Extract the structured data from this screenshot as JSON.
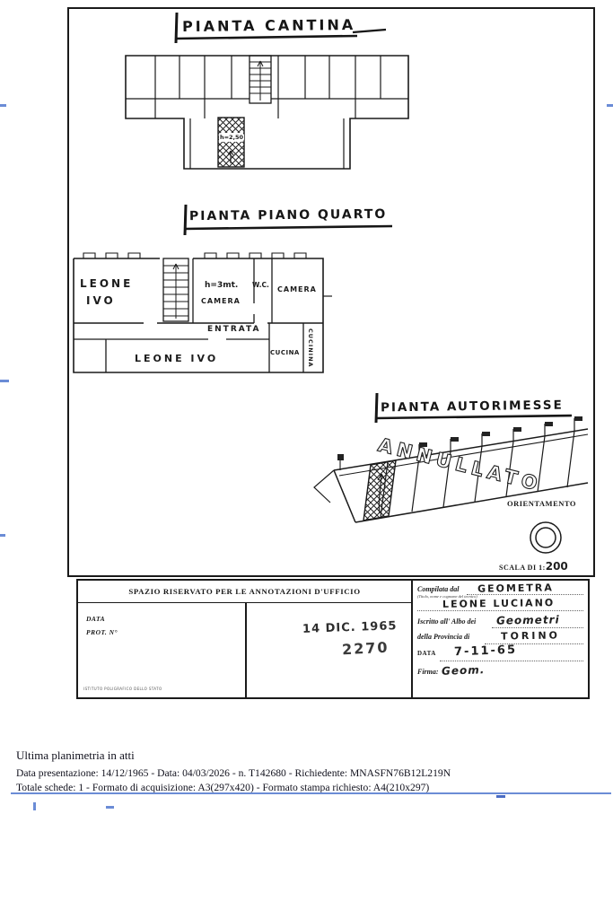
{
  "colors": {
    "ink": "#1a1a1a",
    "scan_mark": "#6b8cd6"
  },
  "sheet": {
    "titles": {
      "cantina": "PIANTA CANTINA",
      "piano_quarto": "PIANTA PIANO QUARTO",
      "autorimesse": "PIANTA AUTORIMESSE"
    },
    "labels": {
      "cantina_height": "h=2,50",
      "leone_line1": "LEONE",
      "leone_line2": "IVO",
      "camera_height": "h=3mt.",
      "camera_left": "CAMERA",
      "wc": "W.C.",
      "camera_right": "CAMERA",
      "entrata": "ENTRATA",
      "cucina": "CUCINA",
      "cucinina": "CUCININA",
      "leone_ivo_lower": "LEONE IVO",
      "annullato": "ANNULLATO",
      "orientamento": "ORIENTAMENTO",
      "scala_prefix": "SCALA DI 1:",
      "scala_value": "200"
    },
    "office_box": {
      "header": "SPAZIO RISERVATO PER LE ANNOTAZIONI D'UFFICIO",
      "data_label": "DATA",
      "prot_label": "PROT. N°",
      "stamp_date": "14 DIC. 1965",
      "stamp_number": "2270",
      "printer_mark": "ISTITUTO POLIGRAFICO DELLO STATO"
    },
    "compiler_box": {
      "compilata_label": "Compilata dal",
      "compilata_value": "GEOMETRA",
      "tecnico_note": "(Titolo, nome e cognome del tecnico)",
      "name_value": "LEONE LUCIANO",
      "albo_label": "Iscritto all' Albo dei",
      "albo_value": "Geometri",
      "provincia_label": "della Provincia di",
      "provincia_value": "TORINO",
      "data_label": "DATA",
      "data_value": "7-11-65",
      "firma_label": "Firma:",
      "firma_value": "Geom."
    }
  },
  "footer": {
    "line1": "Ultima planimetria in atti",
    "line2": "Data presentazione: 14/12/1965 - Data: 04/03/2026 - n. T142680 - Richiedente: MNASFN76B12L219N",
    "line3": "Totale schede: 1 - Formato di acquisizione: A3(297x420)  - Formato stampa richiesto: A4(210x297)"
  }
}
